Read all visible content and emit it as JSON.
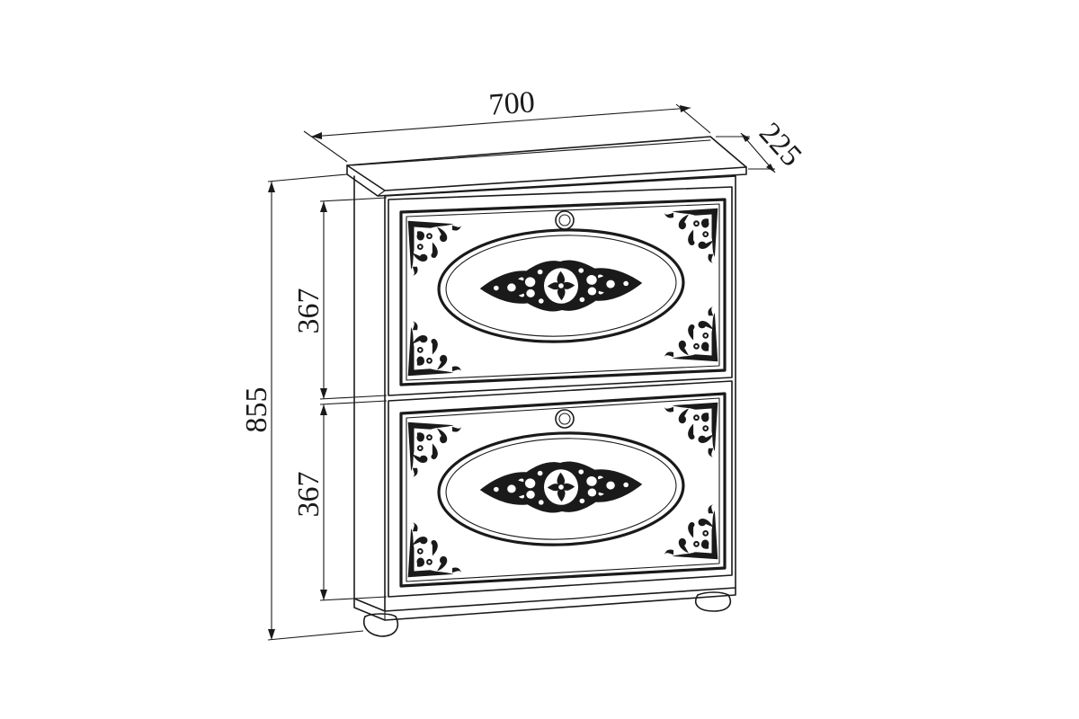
{
  "dimensions": {
    "width": "700",
    "depth": "225",
    "height": "855",
    "upper_door_height": "367",
    "lower_door_height": "367"
  },
  "colors": {
    "line": "#1a1a1a",
    "background": "#ffffff"
  }
}
